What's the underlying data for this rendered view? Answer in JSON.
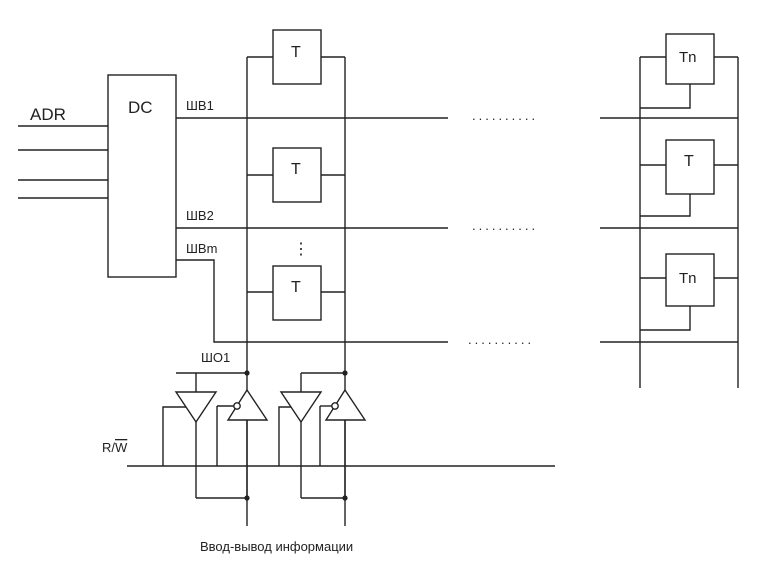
{
  "labels": {
    "adr": "ADR",
    "dc": "DC",
    "shv1": "ШВ1",
    "shv2": "ШВ2",
    "shvm": "ШВm",
    "sho1": "ШО1",
    "rw_prefix": "R/",
    "rw_bar": "W",
    "io": "Ввод-вывод информации"
  },
  "cells": {
    "t": "T",
    "tn": "Tn"
  },
  "ellipsis": {
    "horizontal": "..........",
    "vertical": "⋮"
  }
}
